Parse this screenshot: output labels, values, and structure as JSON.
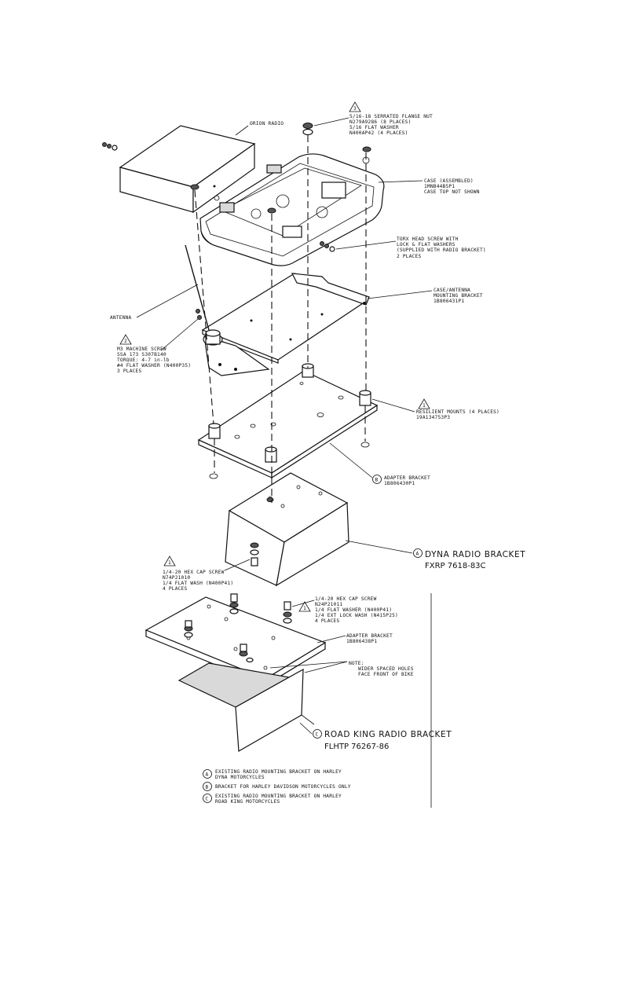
{
  "labels": {
    "orion_radio": "ORION RADIO",
    "nut_1": "5/16-18 SERRATED FLANGE NUT",
    "nut_2": "N279A9286 (8 PLACES)",
    "nut_3": "5/16 FLAT WASHER",
    "nut_4": "N400AP42 (4 PLACES)",
    "case_1": "CASE (ASSEMBLED)",
    "case_2": "1MNB44B5P1",
    "case_3": "CASE TOP NOT SHOWN",
    "torx_1": "TORX HEAD SCREW WITH",
    "torx_2": "LOCK & FLAT WASHERS",
    "torx_3": "(SUPPLIED WITH RADIO BRACKET)",
    "torx_4": "2 PLACES",
    "antenna": "ANTENNA",
    "cab_1": "CASE/ANTENNA",
    "cab_2": "MOUNTING BRACKET",
    "cab_3": "1B806431P1",
    "m3_1": "M3 MACHINE SCREW",
    "m3_2": "SSA 173 S307B140",
    "m3_3": "TORQUE: 4-7 in-lb",
    "m3_4": "#4 FLAT WASHER (N400P35)",
    "m3_5": "3 PLACES",
    "res_1": "RESILIENT MOUNTS (4 PLACES)",
    "res_2": "19A134753P3",
    "adapt_1": "ADAPTER BRACKET",
    "adapt_2": "1B806430P1",
    "dyna_1": "DYNA RADIO BRACKET",
    "dyna_2": "FXRP 7618-83C",
    "hex1_1": "1/4-20 HEX CAP SCREW",
    "hex1_2": "N74P21010",
    "hex1_3": "1/4 FLAT WASH (N400P41)",
    "hex1_4": "4 PLACES",
    "hex2_1": "1/4-20 HEX CAP SCREW",
    "hex2_2": "N24P21011",
    "hex2_3": "1/4 FLAT WASHER (N400P41)",
    "hex2_4": "1/4 EXT LOCK WASH (N415P25)",
    "hex2_5": "4 PLACES",
    "adapt2_1": "ADAPTER BRACKET",
    "adapt2_2": "1B806438P1",
    "note_1": "NOTE:",
    "note_2": "WIDER SPACED HOLES",
    "note_3": "FACE FRONT OF BIKE",
    "rk_1": "ROAD KING RADIO BRACKET",
    "rk_2": "FLHTP 76267-86"
  },
  "callouts": {
    "a": "A",
    "b": "B",
    "c": "C",
    "tri_3": "3",
    "tri_2": "2",
    "tri_1a": "1",
    "tri_1b": "1"
  },
  "legend": {
    "a_1": "EXISTING RADIO MOUNTING BRACKET ON HARLEY",
    "a_2": "DYNA MOTORCYCLES",
    "b_1": "BRACKET FOR HARLEY DAVIDSON MOTORCYCLES ONLY",
    "c_1": "EXISTING RADIO MOUNTING BRACKET ON HARLEY",
    "c_2": "ROAD KING MOTORCYCLES"
  }
}
